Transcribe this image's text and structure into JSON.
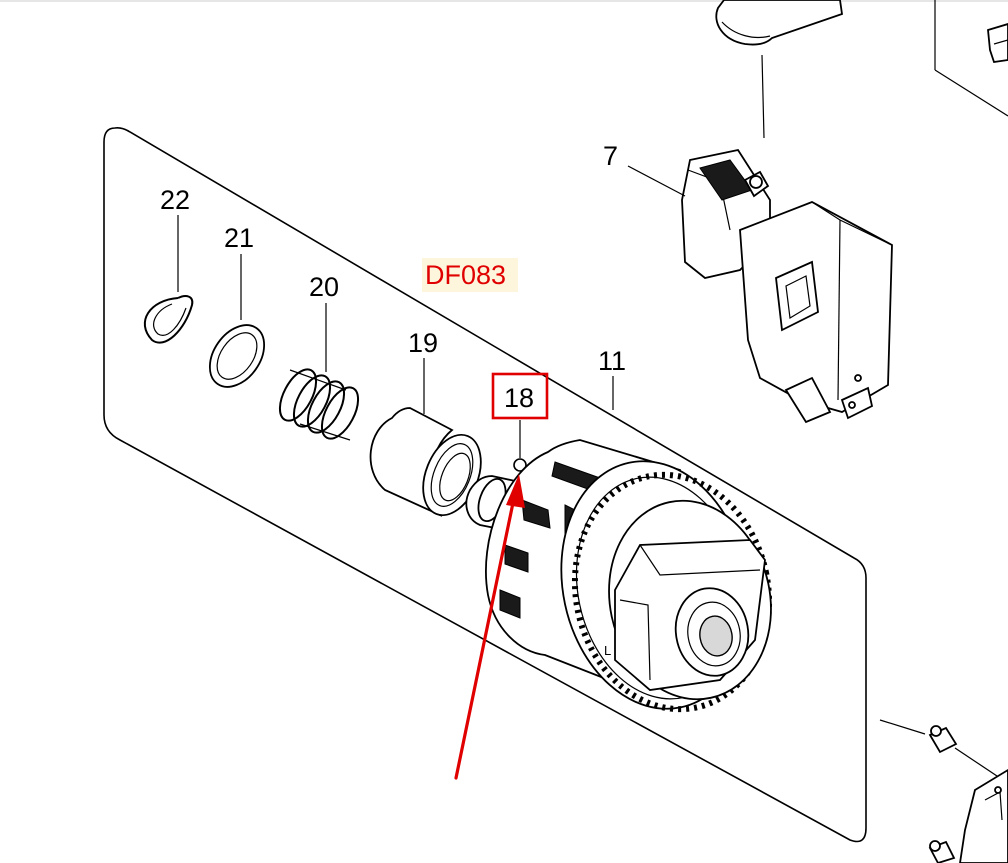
{
  "diagram": {
    "model_label": "DF083",
    "highlighted_callout": "18",
    "colors": {
      "highlight": "#e00000",
      "model_label_bg": "#fdf6dc",
      "line": "#000000"
    },
    "callouts": [
      {
        "id": "22",
        "label": "22"
      },
      {
        "id": "21",
        "label": "21"
      },
      {
        "id": "20",
        "label": "20"
      },
      {
        "id": "19",
        "label": "19"
      },
      {
        "id": "18",
        "label": "18"
      },
      {
        "id": "11",
        "label": "11"
      },
      {
        "id": "7",
        "label": "7"
      }
    ]
  }
}
